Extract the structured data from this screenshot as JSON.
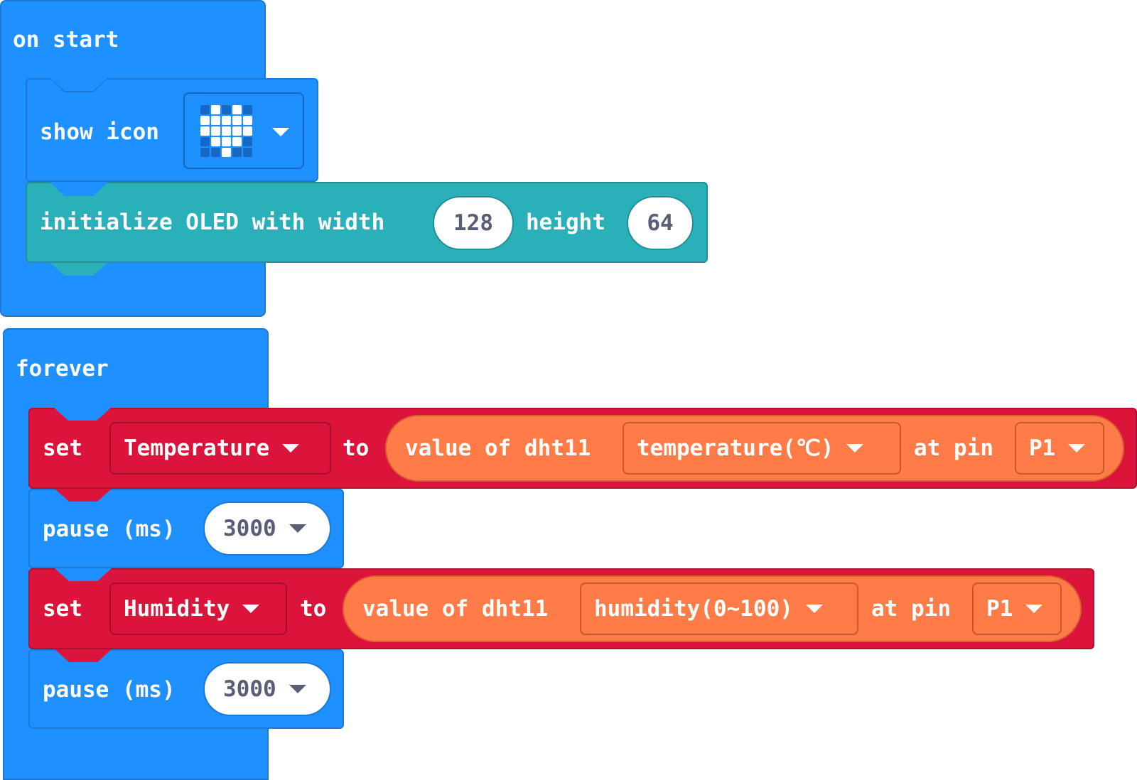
{
  "on_start": {
    "label": "on start",
    "show_icon": {
      "label": "show icon",
      "icon": "heart-icon"
    },
    "oled": {
      "label": "initialize OLED with width",
      "width": "128",
      "height_label": "height",
      "height": "64"
    }
  },
  "forever": {
    "label": "forever",
    "set_temperature": {
      "set_label": "set",
      "variable": "Temperature",
      "to_label": "to",
      "value_label": "value of dht11",
      "reading": "temperature(℃)",
      "pin_label": "at pin",
      "pin": "P1"
    },
    "pause_1": {
      "label": "pause (ms)",
      "value": "3000"
    },
    "set_humidity": {
      "set_label": "set",
      "variable": "Humidity",
      "to_label": "to",
      "value_label": "value of dht11",
      "reading": "humidity(0~100)",
      "pin_label": "at pin",
      "pin": "P1"
    },
    "pause_2": {
      "label": "pause (ms)",
      "value": "3000"
    }
  },
  "colors": {
    "basic_blue": "#1e90ff",
    "oled_teal": "#2ab0b8",
    "variables_red": "#dc143c",
    "sensor_orange": "#ff7c48"
  }
}
